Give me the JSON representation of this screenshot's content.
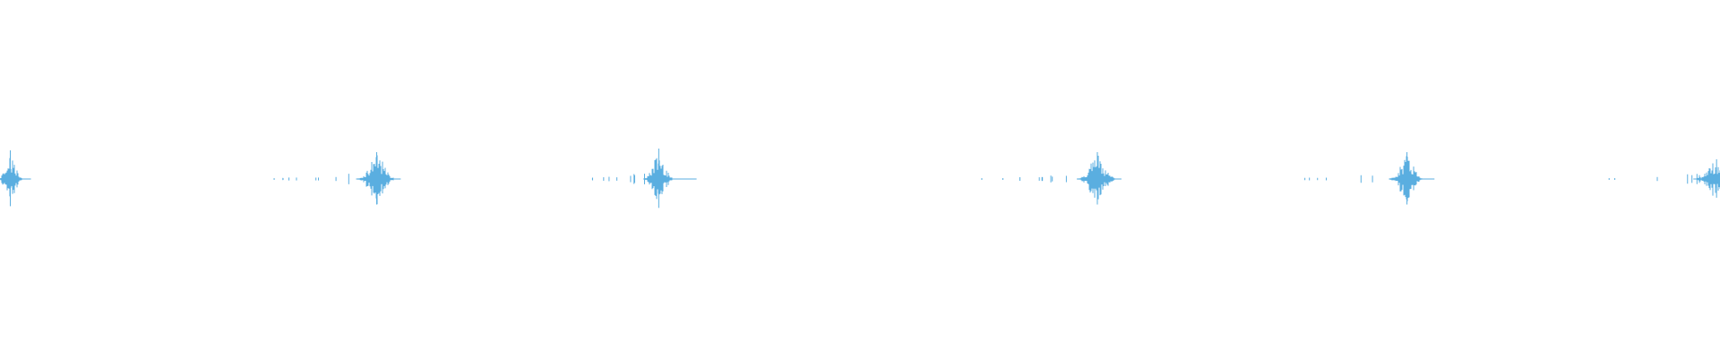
{
  "waveform": {
    "color": "#5aaee0",
    "background": "#ffffff",
    "duration_s": 10,
    "bursts": [
      {
        "time_s": 0.06,
        "peak": 0.16,
        "spread_s": 0.05,
        "pre_s": 0.02,
        "post_s": 0.12
      },
      {
        "time_s": 2.19,
        "peak": 0.15,
        "spread_s": 0.08,
        "pre_s": 0.6,
        "post_s": 0.14
      },
      {
        "time_s": 3.83,
        "peak": 0.17,
        "spread_s": 0.06,
        "pre_s": 0.4,
        "post_s": 0.22
      },
      {
        "time_s": 6.38,
        "peak": 0.15,
        "spread_s": 0.08,
        "pre_s": 0.7,
        "post_s": 0.14
      },
      {
        "time_s": 8.18,
        "peak": 0.15,
        "spread_s": 0.07,
        "pre_s": 0.6,
        "post_s": 0.16
      },
      {
        "time_s": 9.98,
        "peak": 0.11,
        "spread_s": 0.09,
        "pre_s": 0.65,
        "post_s": 0.02
      }
    ],
    "y_range": [
      -1,
      1
    ]
  }
}
